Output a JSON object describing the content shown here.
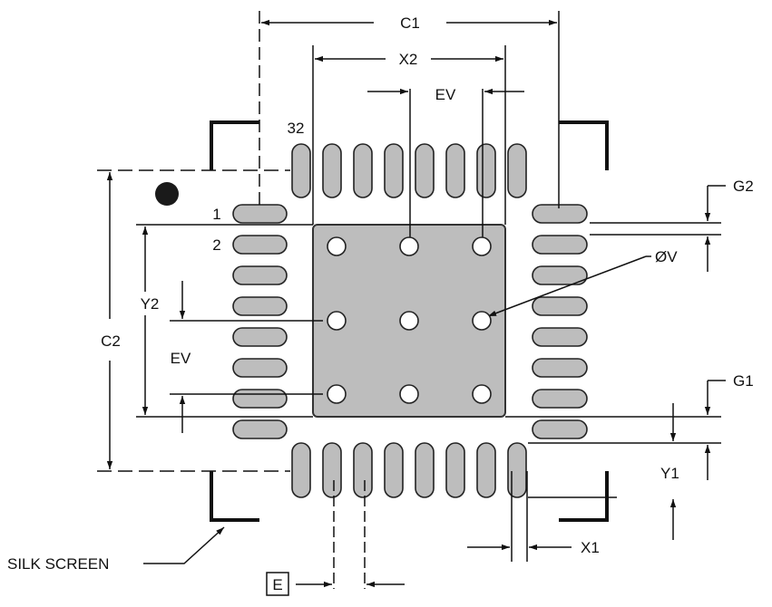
{
  "labels": {
    "c1": "C1",
    "x2": "X2",
    "ev_top": "EV",
    "pin_32": "32",
    "pin_1": "1",
    "pin_2": "2",
    "g2": "G2",
    "phi_v": "ØV",
    "y2": "Y2",
    "c2": "C2",
    "ev_left": "EV",
    "g1": "G1",
    "y1": "Y1",
    "x1": "X1",
    "silk_screen": "SILK SCREEN",
    "e": "E"
  },
  "colors": {
    "pad_fill": "#bdbdbd",
    "pad_stroke": "#222222",
    "line": "#111111",
    "via_fill": "#ffffff",
    "pin1_marker": "#1a1a1a"
  },
  "pads_per_side": 8,
  "thermal_via_grid": "3x3"
}
